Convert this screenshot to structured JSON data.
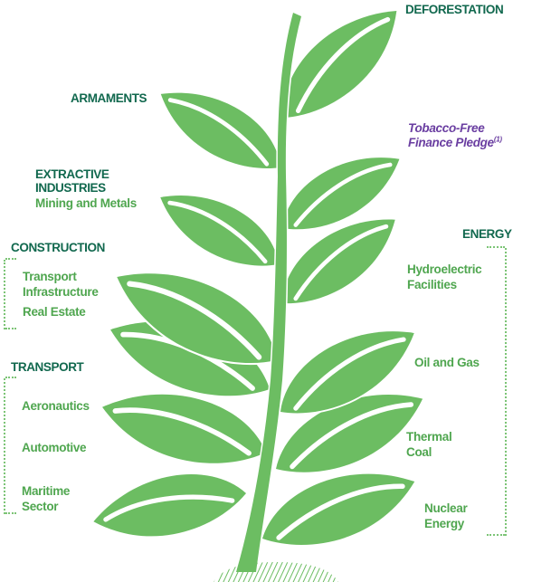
{
  "palette": {
    "plant_green": "#6cbd62",
    "header_green": "#11684e",
    "item_green": "#4fa64f",
    "pledge_purple": "#6a3ea1",
    "bracket_green": "#7cc476"
  },
  "labels": {
    "deforestation": "DEFORESTATION",
    "armaments": "ARMAMENTS",
    "tobacco_pledge": {
      "text": "Tobacco-Free\nFinance Pledge",
      "superscript": "(1)"
    },
    "extractive": {
      "title": "EXTRACTIVE\nINDUSTRIES",
      "subtitle": "Mining and Metals"
    },
    "construction": {
      "title": "CONSTRUCTION",
      "items": [
        "Transport\nInfrastructure",
        "Real Estate"
      ]
    },
    "transport": {
      "title": "TRANSPORT",
      "items": [
        "Aeronautics",
        "Automotive",
        "Maritime\nSector"
      ]
    },
    "energy": {
      "title": "ENERGY",
      "items": [
        "Hydroelectric\nFacilities",
        "Oil and Gas",
        "Thermal\nCoal",
        "Nuclear\nEnergy"
      ]
    }
  },
  "illustration": {
    "plant": "green sapling with alternating leaves",
    "ground": "diagonal-hatched soil mound"
  }
}
